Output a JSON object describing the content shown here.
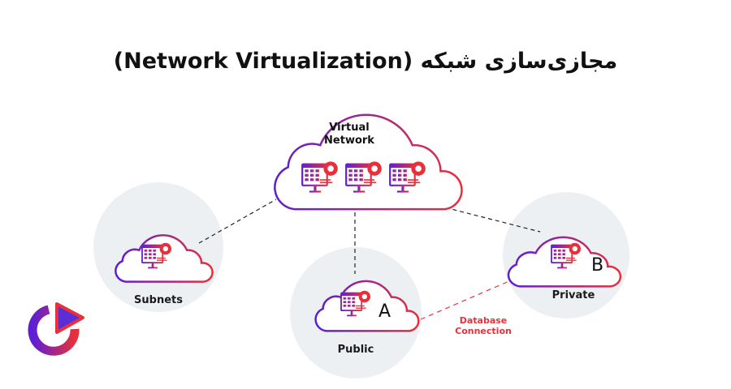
{
  "title": "مجازی‌سازی شبکه (Network Virtualization)",
  "virtual_network": {
    "line1": "Virtual",
    "line2": "Network"
  },
  "nodes": {
    "subnets": "Subnets",
    "public": "Public",
    "private": "Private"
  },
  "cloud_letters": {
    "public": "A",
    "private": "B"
  },
  "connection_label": {
    "line1": "Database",
    "line2": "Connection"
  },
  "colors": {
    "gradient_start": "#5b1fd6",
    "gradient_end": "#e8303a",
    "circle": "#edf0f3",
    "connection": "#e8303a"
  }
}
